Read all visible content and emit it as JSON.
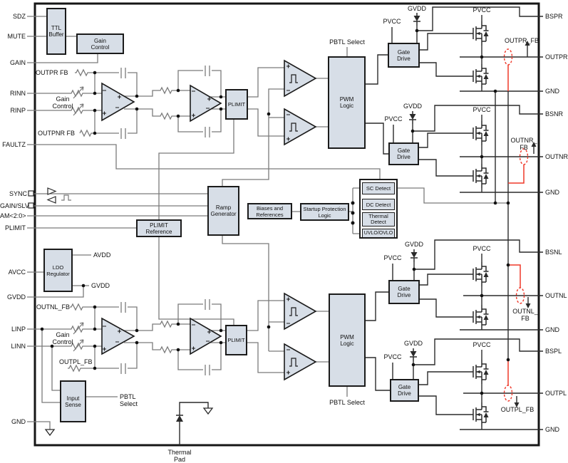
{
  "colors": {
    "wire_gray": "#7b7b7b",
    "wire_dark": "#2a2a2a",
    "sense_red": "#ef3829",
    "block_fill": "#d7dee7",
    "block_border": "#1b1b1b"
  },
  "pins_left": {
    "sdz": "SDZ",
    "mute": "MUTE",
    "gain": "GAIN",
    "rinn": "RINN",
    "rinp": "RINP",
    "faultz": "FAULTZ",
    "sync": "SYNC",
    "gain_slv": "GAIN/SLV",
    "am": "AM<2:0>",
    "plimit": "PLIMIT",
    "avcc": "AVCC",
    "gvdd": "GVDD",
    "linp": "LINP",
    "linn": "LINN",
    "gnd": "GND"
  },
  "pins_right": {
    "bspr": "BSPR",
    "outpr": "OUTPR",
    "bsnr": "BSNR",
    "outnr": "OUTNR",
    "bsnl": "BSNL",
    "outnl": "OUTNL",
    "bspl": "BSPL",
    "outpl": "OUTPL",
    "gnd": "GND"
  },
  "pad": "Thermal\nPad",
  "blocks": {
    "ttl_buffer": "TTL\nBuffer",
    "gain_control": "Gain\nControl",
    "plimit": "PLIMIT",
    "pwm_logic": "PWM\nLogic",
    "gate_drive": "Gate\nDrive",
    "sc_detect": "SC Detect",
    "dc_detect": "DC Detect",
    "thermal_detect": "Thermal\nDetect",
    "uvlo_ovlo": "UVLO/OVLO",
    "ramp_generator": "Ramp\nGenerator",
    "biases_references": "Biases and\nReferences",
    "startup_protection": "Startup Protection\nLogic",
    "plimit_reference": "PLIMIT\nReference",
    "ldo_regulator": "LDO\nRegulator",
    "input_sense": "Input\nSense"
  },
  "labels": {
    "outpr_fb": "OUTPR FB",
    "outpnr_fb": "OUTPNR FB",
    "gain_control_var": "Gain\nControl",
    "outnl_fb": "OUTNL_FB",
    "outpl_fb": "OUTPL_FB",
    "pbtl_select": "PBTL Select",
    "pbtl_select_2line": "PBTL\nSelect",
    "avdd": "AVDD",
    "gvdd": "GVDD",
    "pvcc": "PVCC",
    "outpr_fb_pin": "OUTPR_FB",
    "outnr_fb_pin": "OUTNR_\nFB",
    "outnl_fb_pin": "OUTNL_\nFB",
    "outpl_fb_pin": "OUTPL_FB"
  }
}
